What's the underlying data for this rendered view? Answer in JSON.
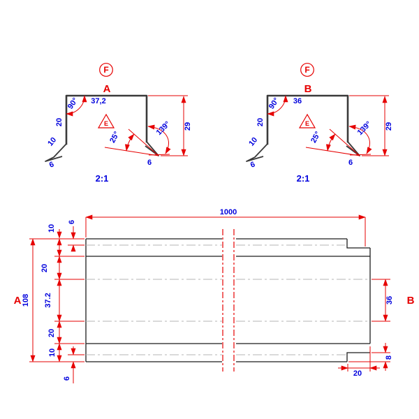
{
  "colors": {
    "dimension_red": "#e60000",
    "dimension_text_blue": "#0000dd",
    "outline_gray": "#3a3a3a",
    "plan_black": "#1c1c1c",
    "centerline_gray": "#b5b5b5",
    "background": "#ffffff"
  },
  "profile_a": {
    "marker": "F",
    "section": "A",
    "top_width": "37,2",
    "angle_corner": "90°",
    "leg": "20",
    "hem": "10",
    "hem_end_left": "6",
    "weld": "E",
    "angle_hem": "25°",
    "angle_open": "139°",
    "height": "29",
    "hem_end_right": "6",
    "scale": "2:1"
  },
  "profile_b": {
    "marker": "F",
    "section": "B",
    "top_width": "36",
    "angle_corner": "90°",
    "leg": "20",
    "hem": "10",
    "hem_end_left": "6",
    "weld": "E",
    "angle_hem": "25°",
    "angle_open": "139°",
    "height": "29",
    "hem_end_right": "6",
    "scale": "2:1"
  },
  "plan": {
    "length": "1000",
    "side_a": "A",
    "side_b": "B",
    "overall": "108",
    "top_flange": "10",
    "top_hem": "6",
    "top_web": "20",
    "center_width": "37.2",
    "bottom_web": "20",
    "bottom_flange": "10",
    "bottom_hem": "6",
    "width_b": "36",
    "notch_height": "8",
    "notch_width": "20"
  }
}
